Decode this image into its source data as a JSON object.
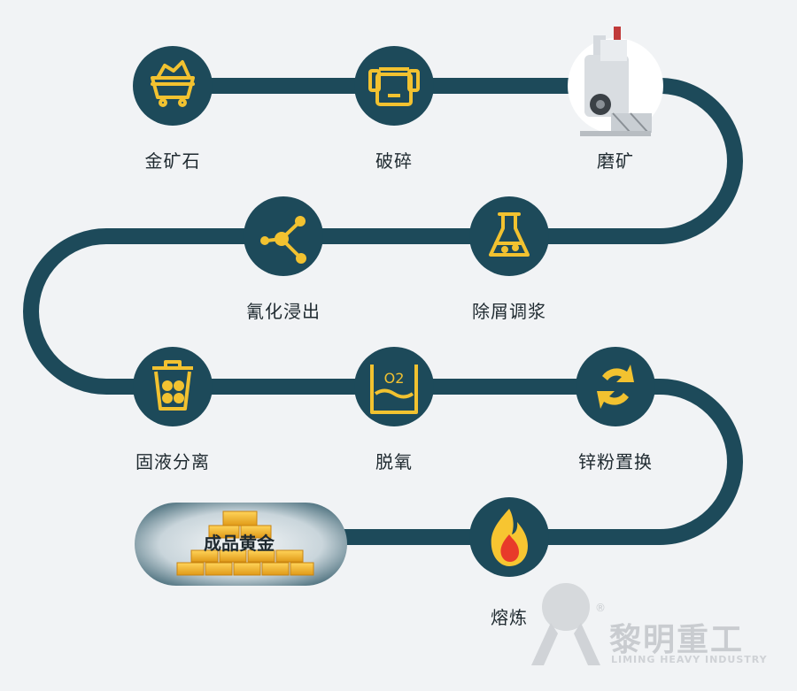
{
  "steps": [
    {
      "label": "金矿石",
      "icon": "ore-cart-icon"
    },
    {
      "label": "破碎",
      "icon": "crusher-icon"
    },
    {
      "label": "磨矿",
      "icon": "grinding-mill-image"
    },
    {
      "label": "除屑调浆",
      "icon": "flask-icon"
    },
    {
      "label": "氰化浸出",
      "icon": "molecule-icon"
    },
    {
      "label": "固液分离",
      "icon": "bin-icon"
    },
    {
      "label": "脱氧",
      "icon": "o2-tank-icon"
    },
    {
      "label": "锌粉置换",
      "icon": "exchange-arrows-icon"
    },
    {
      "label": "熔炼",
      "icon": "flame-icon"
    }
  ],
  "product": {
    "label": "成品黄金",
    "icon": "gold-bars-icon"
  },
  "o2_text": "O2",
  "brand": {
    "name": "黎明重工",
    "en": "LIMING HEAVY INDUSTRY",
    "reg": "®"
  },
  "colors": {
    "path": "#1d4a5a",
    "icon": "#f2c230",
    "flame_outer": "#f7c531",
    "flame_inner": "#e83a2a",
    "gold": "#f0b52a"
  }
}
